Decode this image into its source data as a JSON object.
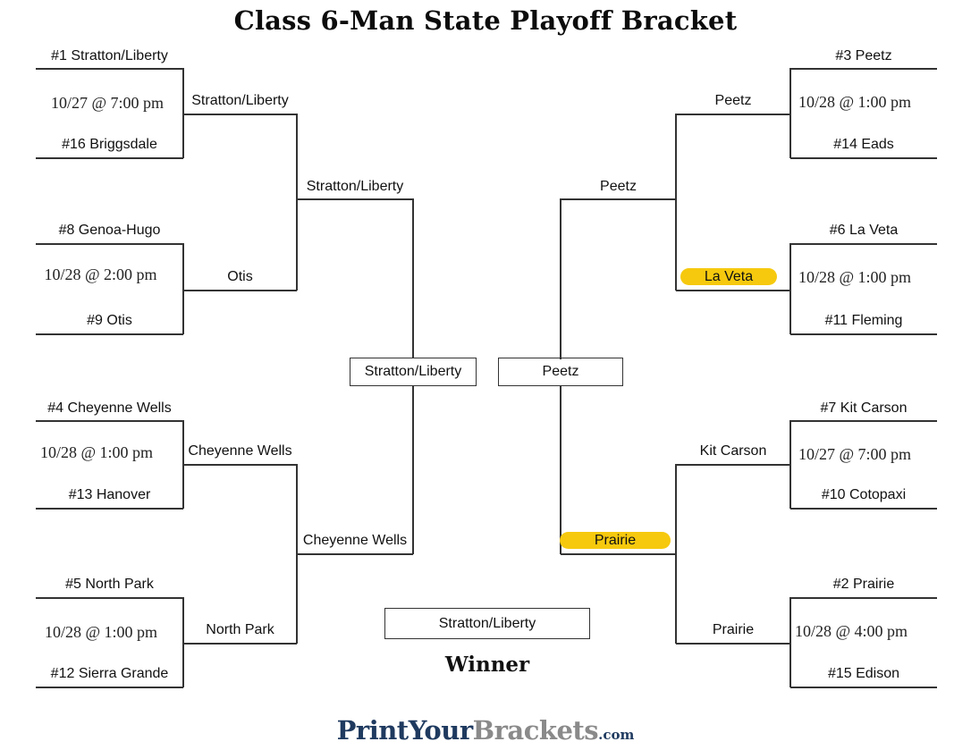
{
  "title": "Class 6-Man State Playoff Bracket",
  "left": {
    "round1": [
      {
        "top": "#1 Stratton/Liberty",
        "date": "10/27 @ 7:00 pm",
        "bottom": "#16 Briggsdale"
      },
      {
        "top": "#8 Genoa-Hugo",
        "date": "10/28 @ 2:00 pm",
        "bottom": "#9 Otis"
      },
      {
        "top": "#4 Cheyenne Wells",
        "date": "10/28 @ 1:00 pm",
        "bottom": "#13 Hanover"
      },
      {
        "top": "#5 North Park",
        "date": "10/28 @ 1:00 pm",
        "bottom": "#12 Sierra Grande"
      }
    ],
    "round2": [
      "Stratton/Liberty",
      "Otis",
      "Cheyenne Wells",
      "North Park"
    ],
    "round3": [
      "Stratton/Liberty",
      "Cheyenne Wells"
    ],
    "semifinal_winner": "Stratton/Liberty"
  },
  "right": {
    "round1": [
      {
        "top": "#3 Peetz",
        "date": "10/28 @ 1:00 pm",
        "bottom": "#14 Eads"
      },
      {
        "top": "#6 La Veta",
        "date": "10/28 @ 1:00 pm",
        "bottom": "#11 Fleming"
      },
      {
        "top": "#7 Kit Carson",
        "date": "10/27 @ 7:00 pm",
        "bottom": "#10 Cotopaxi"
      },
      {
        "top": "#2 Prairie",
        "date": "10/28 @ 4:00 pm",
        "bottom": "#15 Edison"
      }
    ],
    "round2": [
      "Peetz",
      "La Veta",
      "Kit Carson",
      "Prairie"
    ],
    "round3": [
      "Peetz",
      "Prairie"
    ],
    "semifinal_winner": "Peetz"
  },
  "final": {
    "champion": "Stratton/Liberty",
    "label": "Winner"
  },
  "highlight_color": "#f6c90e",
  "logo": {
    "part1": "PrintYour",
    "part2": "Brackets",
    "part3": ".com"
  }
}
